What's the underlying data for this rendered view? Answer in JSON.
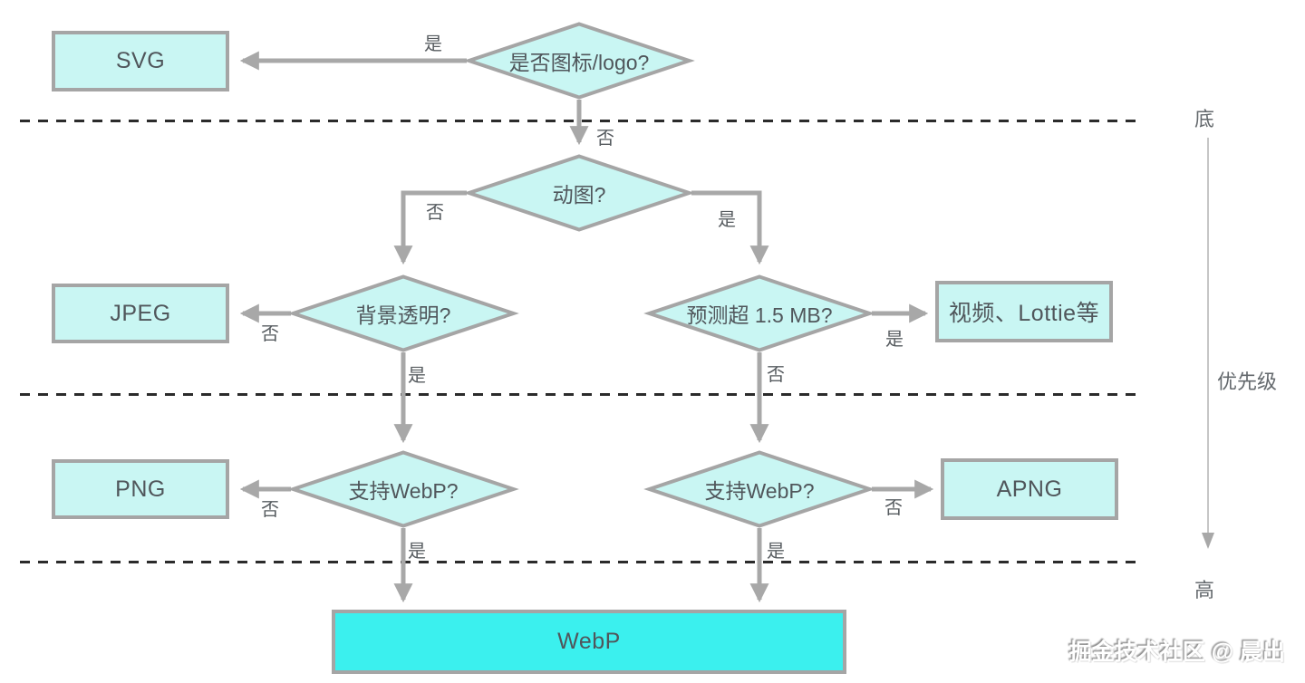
{
  "nodes": {
    "q_icon": {
      "label": "是否图标/logo?"
    },
    "q_anim": {
      "label": "动图?"
    },
    "q_bg": {
      "label": "背景透明?"
    },
    "q_size": {
      "label": "预测超 1.5 MB?"
    },
    "q_webp_left": {
      "label": "支持WebP?"
    },
    "q_webp_right": {
      "label": "支持WebP?"
    },
    "svg": {
      "label": "SVG"
    },
    "jpeg": {
      "label": "JPEG"
    },
    "png": {
      "label": "PNG"
    },
    "video": {
      "label": "视频、Lottie等"
    },
    "apng": {
      "label": "APNG"
    },
    "webp": {
      "label": "WebP"
    }
  },
  "edges": {
    "icon_yes": {
      "label": "是"
    },
    "icon_no": {
      "label": "否"
    },
    "anim_no": {
      "label": "否"
    },
    "anim_yes": {
      "label": "是"
    },
    "bg_no": {
      "label": "否"
    },
    "bg_yes": {
      "label": "是"
    },
    "size_yes": {
      "label": "是"
    },
    "size_no": {
      "label": "否"
    },
    "webp_left_no": {
      "label": "否"
    },
    "webp_left_yes": {
      "label": "是"
    },
    "webp_right_no": {
      "label": "否"
    },
    "webp_right_yes": {
      "label": "是"
    }
  },
  "axis": {
    "top_label": "底",
    "title": "优先级",
    "bottom_label": "高"
  },
  "watermark": {
    "text": "掘金技术社区 @ 晨出"
  },
  "colors": {
    "node_fill": "#c9f6f3",
    "highlight_fill": "#3bf0ee",
    "outline": "#a5a5a5",
    "arrow": "#a8a8a8",
    "dashed_divider": "#2b2b2b",
    "node_text": "#50565b"
  }
}
